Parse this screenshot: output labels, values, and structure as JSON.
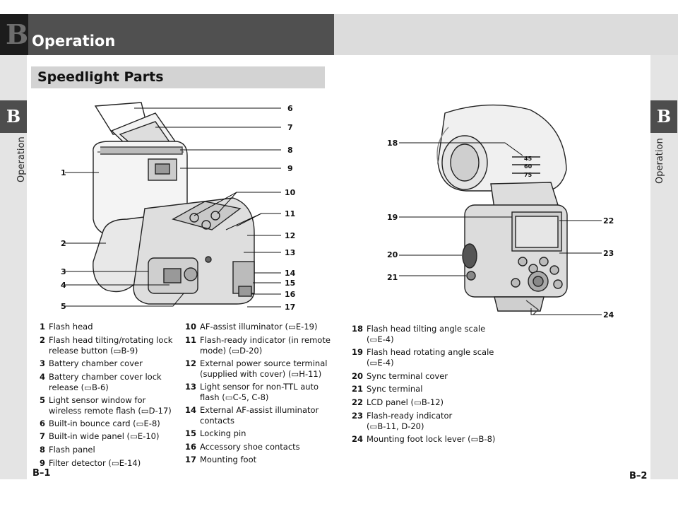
{
  "header": {
    "chapter_letter": "B",
    "title": "Operation"
  },
  "side": {
    "letter": "B",
    "label": "Operation"
  },
  "section": {
    "title": "Speedlight Parts"
  },
  "callouts": [
    "1",
    "2",
    "3",
    "4",
    "5",
    "6",
    "7",
    "8",
    "9",
    "10",
    "11",
    "12",
    "13",
    "14",
    "15",
    "16",
    "17",
    "18",
    "19",
    "20",
    "21",
    "22",
    "23",
    "24"
  ],
  "scale_marks": [
    "45",
    "60",
    "75"
  ],
  "parts_col1": [
    {
      "n": "1",
      "t": "Flash head",
      "t2": ""
    },
    {
      "n": "2",
      "t": "Flash head tilting/rotating lock",
      "t2": "release button (▭B-9)"
    },
    {
      "n": "3",
      "t": "Battery chamber cover",
      "t2": ""
    },
    {
      "n": "4",
      "t": "Battery chamber cover lock",
      "t2": "release (▭B-6)"
    },
    {
      "n": "5",
      "t": "Light sensor window for",
      "t2": "wireless remote flash (▭D-17)"
    },
    {
      "n": "6",
      "t": "Built-in bounce card (▭E-8)",
      "t2": ""
    },
    {
      "n": "7",
      "t": "Built-in wide panel (▭E-10)",
      "t2": ""
    },
    {
      "n": "8",
      "t": "Flash panel",
      "t2": ""
    },
    {
      "n": "9",
      "t": "Filter detector (▭E-14)",
      "t2": ""
    }
  ],
  "parts_col2": [
    {
      "n": "10",
      "t": "AF-assist illuminator (▭E-19)",
      "t2": ""
    },
    {
      "n": "11",
      "t": "Flash-ready indicator (in remote",
      "t2": "mode) (▭D-20)"
    },
    {
      "n": "12",
      "t": "External power source terminal",
      "t2": "(supplied with cover) (▭H-11)"
    },
    {
      "n": "13",
      "t": "Light sensor for non-TTL auto",
      "t2": "flash (▭C-5, C-8)"
    },
    {
      "n": "14",
      "t": "External AF-assist illuminator",
      "t2": "contacts"
    },
    {
      "n": "15",
      "t": "Locking pin",
      "t2": ""
    },
    {
      "n": "16",
      "t": "Accessory shoe contacts",
      "t2": ""
    },
    {
      "n": "17",
      "t": "Mounting foot",
      "t2": ""
    }
  ],
  "parts_col3": [
    {
      "n": "18",
      "t": "Flash head tilting angle scale",
      "t2": "(▭E-4)"
    },
    {
      "n": "19",
      "t": "Flash head rotating angle scale",
      "t2": "(▭E-4)"
    },
    {
      "n": "20",
      "t": "Sync terminal cover",
      "t2": ""
    },
    {
      "n": "21",
      "t": "Sync terminal",
      "t2": ""
    },
    {
      "n": "22",
      "t": "LCD panel (▭B-12)",
      "t2": ""
    },
    {
      "n": "23",
      "t": "Flash-ready indicator",
      "t2": "(▭B-11, D-20)"
    },
    {
      "n": "24",
      "t": "Mounting foot lock lever (▭B-8)",
      "t2": ""
    }
  ],
  "footer": {
    "left": "B–1",
    "right": "B–2"
  }
}
